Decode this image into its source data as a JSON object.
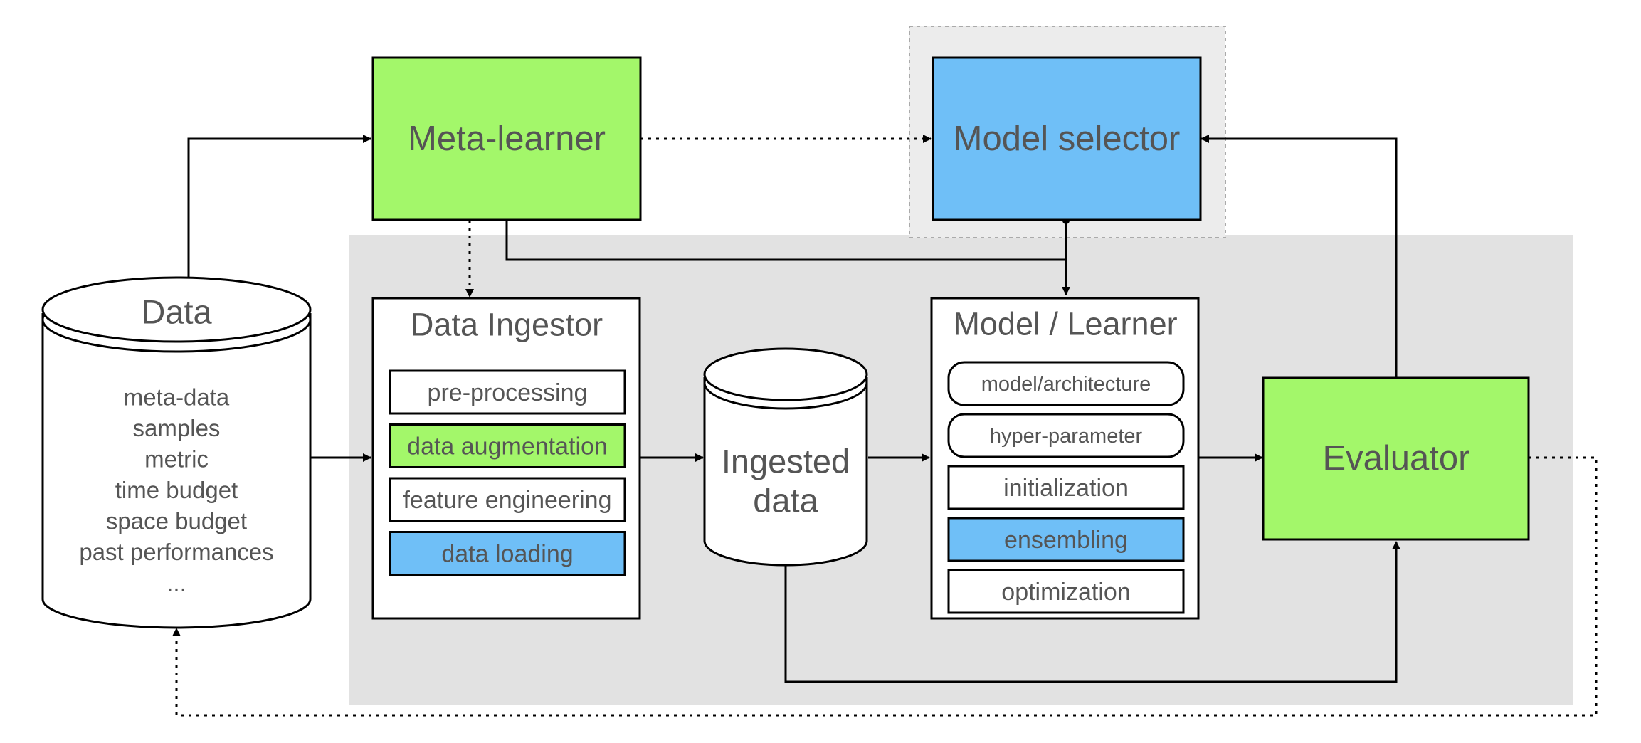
{
  "colors": {
    "green": "#a3f76a",
    "blue": "#6fbff7",
    "panel_gray": "#e2e2e2",
    "selector_bg": "#ececec",
    "text": "#555555"
  },
  "data_store": {
    "title": "Data",
    "attributes": [
      "meta-data",
      "samples",
      "metric",
      "time budget",
      "space budget",
      "past performances",
      "..."
    ]
  },
  "meta_learner": {
    "label": "Meta-learner"
  },
  "model_selector": {
    "label": "Model selector"
  },
  "data_ingestor": {
    "title": "Data Ingestor",
    "steps": [
      {
        "label": "pre-processing",
        "fill": "white"
      },
      {
        "label": "data augmentation",
        "fill": "green"
      },
      {
        "label": "feature engineering",
        "fill": "white"
      },
      {
        "label": "data loading",
        "fill": "blue"
      }
    ]
  },
  "ingested_data": {
    "line1": "Ingested",
    "line2": "data"
  },
  "model_learner": {
    "title": "Model / Learner",
    "components": [
      {
        "label": "model/architecture",
        "fill": "white",
        "shape": "rounded"
      },
      {
        "label": "hyper-parameter",
        "fill": "white",
        "shape": "rounded"
      },
      {
        "label": "initialization",
        "fill": "white",
        "shape": "rect"
      },
      {
        "label": "ensembling",
        "fill": "blue",
        "shape": "rect"
      },
      {
        "label": "optimization",
        "fill": "white",
        "shape": "rect"
      }
    ]
  },
  "evaluator": {
    "label": "Evaluator"
  }
}
